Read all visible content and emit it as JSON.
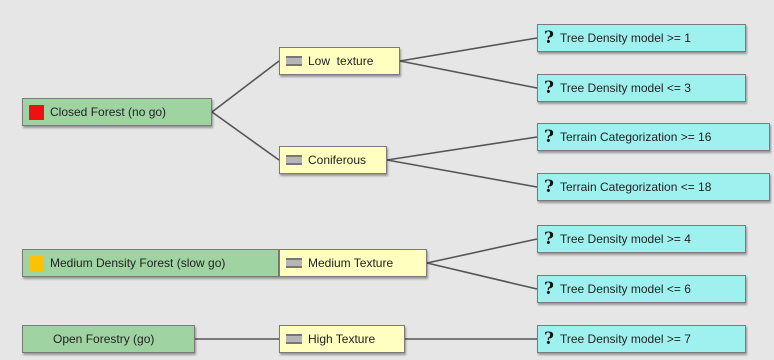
{
  "classes": [
    {
      "label": "Closed Forest (no go)",
      "swatch_color": "#ee1111",
      "icon": "red-square"
    },
    {
      "label": "Medium Density Forest (slow go)",
      "swatch_color": "#ffc107",
      "icon": "orange-square"
    },
    {
      "label": "Open Forestry (go)",
      "icon": "none"
    }
  ],
  "attributes": [
    {
      "label": "Low  texture",
      "icon": "bar-icon"
    },
    {
      "label": "Coniferous",
      "icon": "bar-icon"
    },
    {
      "label": "Medium Texture",
      "icon": "bar-icon"
    },
    {
      "label": "High Texture",
      "icon": "bar-icon"
    }
  ],
  "rules": [
    {
      "label": "Tree Density model >= 1",
      "icon": "question-icon"
    },
    {
      "label": "Tree Density model <= 3",
      "icon": "question-icon"
    },
    {
      "label": "Terrain Categorization >= 16",
      "icon": "question-icon"
    },
    {
      "label": "Terrain Categorization <= 18",
      "icon": "question-icon"
    },
    {
      "label": "Tree Density model >= 4",
      "icon": "question-icon"
    },
    {
      "label": "Tree Density model <= 6",
      "icon": "question-icon"
    },
    {
      "label": "Tree Density model >= 7",
      "icon": "question-icon"
    }
  ],
  "icons": {
    "question": "?"
  },
  "colors": {
    "class_bg": "#9fd3a2",
    "attribute_bg": "#ffffc0",
    "rule_bg": "#9ff1ef",
    "background": "#e6e6e6"
  }
}
